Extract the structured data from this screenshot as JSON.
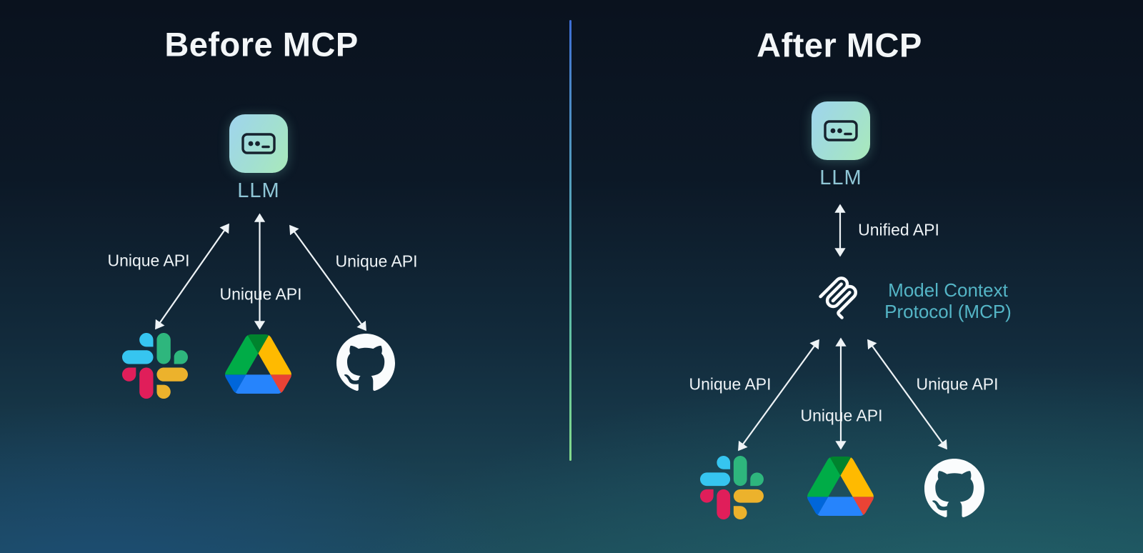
{
  "before": {
    "title": "Before MCP",
    "llm_label": "LLM",
    "connections": [
      {
        "label": "Unique API",
        "service": "slack"
      },
      {
        "label": "Unique API",
        "service": "google-drive"
      },
      {
        "label": "Unique API",
        "service": "github"
      }
    ],
    "services": [
      "slack-icon",
      "google-drive-icon",
      "github-icon"
    ]
  },
  "after": {
    "title": "After MCP",
    "llm_label": "LLM",
    "unified_api_label": "Unified API",
    "mcp_label_line1": "Model Context",
    "mcp_label_line2": "Protocol (MCP)",
    "connections": [
      {
        "label": "Unique API",
        "service": "slack"
      },
      {
        "label": "Unique API",
        "service": "google-drive"
      },
      {
        "label": "Unique API",
        "service": "github"
      }
    ],
    "services": [
      "slack-icon",
      "google-drive-icon",
      "github-icon"
    ]
  },
  "colors": {
    "title": "#f3f6f8",
    "api_label": "#eef3f6",
    "llm_label": "#8fc6d6",
    "mcp_label": "#54b5c6",
    "arrow": "#eef3f6",
    "divider_top": "#3d6ed6",
    "divider_bottom": "#85da8b",
    "llm_icon_gradient_start": "#9fd4ee",
    "llm_icon_gradient_end": "#a9e9ba"
  }
}
